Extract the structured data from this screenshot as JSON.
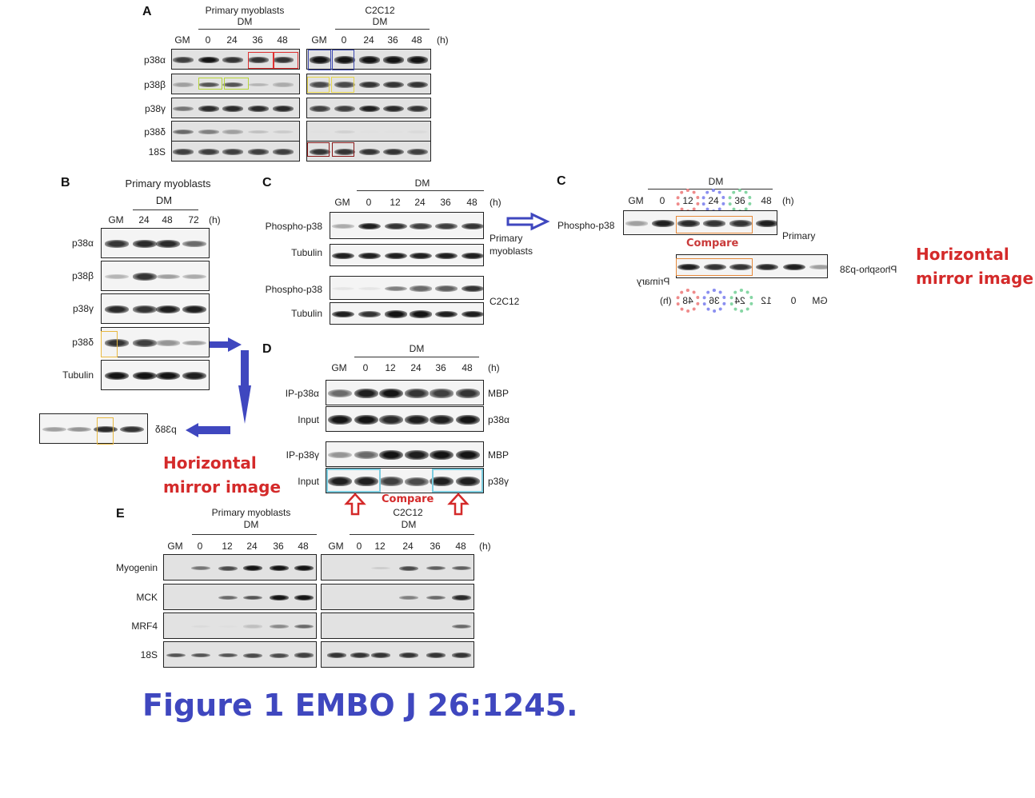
{
  "figure_title": "Figure 1 EMBO J 26:1245.",
  "colors": {
    "annotation_red": "#d42a2a",
    "arrow_blue": "#3f47bf",
    "title_blue": "#3f47bf",
    "box_red": "#e03030",
    "box_blue": "#3b48b0",
    "box_green": "#b8d63a",
    "box_yellow": "#e8d64a",
    "box_darkred": "#8a1a1a",
    "box_orange": "#e6893a",
    "box_cyan": "#7ccde0"
  },
  "panelA": {
    "label": "A",
    "left": {
      "header": "Primary myoblasts",
      "sub": "DM",
      "lanes": [
        "GM",
        "0",
        "24",
        "36",
        "48"
      ]
    },
    "right": {
      "header": "C2C12",
      "sub": "DM",
      "lanes": [
        "GM",
        "0",
        "24",
        "36",
        "48"
      ],
      "unit": "(h)"
    },
    "rows": [
      "p38α",
      "p38β",
      "p38γ",
      "p38δ",
      "18S"
    ]
  },
  "panelB": {
    "label": "B",
    "header": "Primary myoblasts",
    "sub": "DM",
    "lanes": [
      "GM",
      "24",
      "48",
      "72"
    ],
    "unit": "(h)",
    "rows": [
      "p38α",
      "p38β",
      "p38γ",
      "p38δ",
      "Tubulin"
    ],
    "mirror_label": "p38δ"
  },
  "panelC": {
    "label": "C",
    "sub": "DM",
    "lanes": [
      "GM",
      "0",
      "12",
      "24",
      "36",
      "48"
    ],
    "unit": "(h)",
    "rows": [
      "Phospho-p38",
      "Tubulin",
      "Phospho-p38",
      "Tubulin"
    ],
    "side_primary": "Primary myoblasts",
    "side_c2c12": "C2C12"
  },
  "panelC2": {
    "label": "C",
    "sub": "DM",
    "lanes": [
      "GM",
      "0",
      "12",
      "24",
      "36",
      "48"
    ],
    "unit": "(h)",
    "row": "Phospho-p38",
    "side": "Primary",
    "compare": "Compare",
    "mirror_row": "Phospho-p38",
    "mirror_side": "Primary",
    "mirror_lanes": [
      "GM",
      "0",
      "12",
      "24",
      "36",
      "48"
    ],
    "mirror_unit": "(h)"
  },
  "panelD": {
    "label": "D",
    "sub": "DM",
    "lanes": [
      "GM",
      "0",
      "12",
      "24",
      "36",
      "48"
    ],
    "unit": "(h)",
    "rows": [
      {
        "left": "IP-p38α",
        "right": "MBP"
      },
      {
        "left": "Input",
        "right": "p38α"
      },
      {
        "left": "IP-p38γ",
        "right": "MBP"
      },
      {
        "left": "Input",
        "right": "p38γ"
      }
    ],
    "compare": "Compare"
  },
  "panelE": {
    "label": "E",
    "left": {
      "header": "Primary myoblasts",
      "sub": "DM",
      "lanes": [
        "GM",
        "0",
        "12",
        "24",
        "36",
        "48"
      ]
    },
    "right": {
      "header": "C2C12",
      "sub": "DM",
      "lanes": [
        "GM",
        "0",
        "12",
        "24",
        "36",
        "48"
      ],
      "unit": "(h)"
    },
    "rows": [
      "Myogenin",
      "MCK",
      "MRF4",
      "18S"
    ]
  },
  "annotations": {
    "mirror_B": [
      "Horizontal",
      "mirror image"
    ],
    "mirror_C": [
      "Horizontal",
      "mirror image"
    ]
  },
  "band_intensity": {
    "A_left": [
      [
        0.8,
        1,
        0.85,
        0.85,
        0.85
      ],
      [
        0.35,
        0.7,
        0.7,
        0.25,
        0.3
      ],
      [
        0.55,
        0.9,
        0.9,
        0.9,
        0.9
      ],
      [
        0.6,
        0.5,
        0.35,
        0.2,
        0.15
      ],
      [
        0.8,
        0.8,
        0.8,
        0.8,
        0.8
      ]
    ],
    "A_right": [
      [
        1,
        1,
        1,
        1,
        1
      ],
      [
        0.75,
        0.75,
        0.85,
        0.85,
        0.85
      ],
      [
        0.8,
        0.8,
        0.95,
        0.9,
        0.85
      ],
      [
        0.05,
        0.12,
        0.05,
        0.05,
        0.08
      ],
      [
        0.85,
        0.85,
        0.85,
        0.85,
        0.8
      ]
    ],
    "B": [
      [
        0.85,
        0.9,
        0.9,
        0.6
      ],
      [
        0.25,
        0.85,
        0.35,
        0.3
      ],
      [
        0.9,
        0.85,
        0.95,
        0.95
      ],
      [
        0.85,
        0.8,
        0.4,
        0.35
      ],
      [
        1,
        1,
        1,
        0.95
      ]
    ],
    "C": [
      [
        0.3,
        0.95,
        0.85,
        0.8,
        0.8,
        0.85
      ],
      [
        0.95,
        0.95,
        0.95,
        0.95,
        0.95,
        0.95
      ],
      [
        0.03,
        0.03,
        0.5,
        0.6,
        0.65,
        0.85
      ],
      [
        0.95,
        0.85,
        1,
        1,
        0.95,
        0.95
      ]
    ],
    "C2": [
      0.35,
      0.95,
      0.9,
      0.85,
      0.85,
      0.95
    ],
    "D": [
      [
        0.6,
        0.95,
        1,
        0.85,
        0.8,
        0.85
      ],
      [
        1,
        1,
        0.9,
        0.95,
        0.95,
        1
      ],
      [
        0.4,
        0.6,
        1,
        0.95,
        1,
        1
      ],
      [
        0.95,
        0.95,
        0.8,
        0.75,
        0.95,
        0.95
      ]
    ],
    "E_left": [
      [
        0,
        0.55,
        0.75,
        1,
        1,
        1
      ],
      [
        0,
        0,
        0.6,
        0.7,
        1,
        1
      ],
      [
        0,
        0.08,
        0.06,
        0.2,
        0.45,
        0.6
      ],
      [
        0.7,
        0.7,
        0.7,
        0.75,
        0.75,
        0.8
      ]
    ],
    "E_right": [
      [
        0,
        0,
        0.15,
        0.75,
        0.65,
        0.65
      ],
      [
        0,
        0,
        0,
        0.5,
        0.6,
        0.9
      ],
      [
        0,
        0,
        0,
        0,
        0,
        0.6
      ],
      [
        0.85,
        0.85,
        0.85,
        0.85,
        0.85,
        0.85
      ]
    ],
    "B_mirror": [
      0.35,
      0.4,
      0.9,
      0.85
    ]
  }
}
